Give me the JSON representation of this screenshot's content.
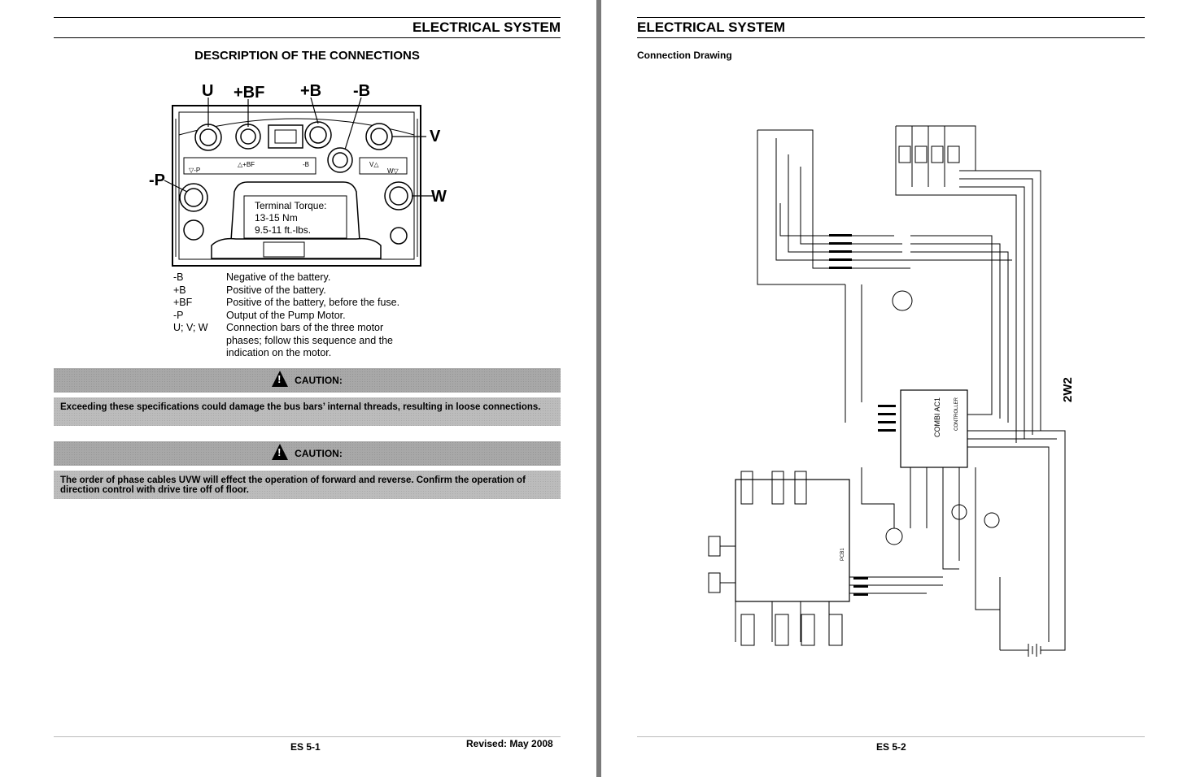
{
  "left_page": {
    "header_title": "ELECTRICAL SYSTEM",
    "section_title": "DESCRIPTION OF THE CONNECTIONS",
    "figure": {
      "labels": {
        "u": "U",
        "bf": "+BF",
        "b_pos": "+B",
        "b_neg": "-B",
        "v": "V",
        "p": "-P",
        "w": "W"
      },
      "panel_marks": {
        "u": "▽-P",
        "bf": "△+BF",
        "b": "-B",
        "v": "V△",
        "w": "W▽"
      },
      "torque_lines": [
        "Terminal Torque:",
        "13-15 Nm",
        "9.5-11 ft.-lbs."
      ]
    },
    "legend": [
      {
        "key": "-B",
        "desc": "Negative of the battery."
      },
      {
        "key": "+B",
        "desc": "Positive of the battery."
      },
      {
        "key": "+BF",
        "desc": "Positive of the battery, before the fuse."
      },
      {
        "key": "-P",
        "desc": "Output of the Pump Motor."
      },
      {
        "key": "U; V; W",
        "desc": "Connection bars of the three motor phases; follow this sequence and the indication on the motor."
      }
    ],
    "cautions": [
      {
        "label": "CAUTION:",
        "text": "Exceeding these specifications could damage the bus bars’ internal threads, resulting in loose connections."
      },
      {
        "label": "CAUTION:",
        "text": "The order of phase cables UVW will effect the operation of forward and reverse. Confirm the operation of direction control with drive tire off of floor."
      }
    ],
    "footer_page": "ES 5-1",
    "footer_revised": "Revised: May 2008"
  },
  "right_page": {
    "header_title": "ELECTRICAL SYSTEM",
    "subhead": "Connection Drawing",
    "diagram": {
      "drawing_id": "2W2",
      "controller_label": "COMBI AC1",
      "controller_sub": "CONTROLLER",
      "board_label": "PCB1"
    },
    "footer_page": "ES 5-2"
  },
  "colors": {
    "caution_bar": "#a8a8a8",
    "caution_text_bg": "#bcbcbc",
    "viewer_bg": "#7a7a7a"
  }
}
